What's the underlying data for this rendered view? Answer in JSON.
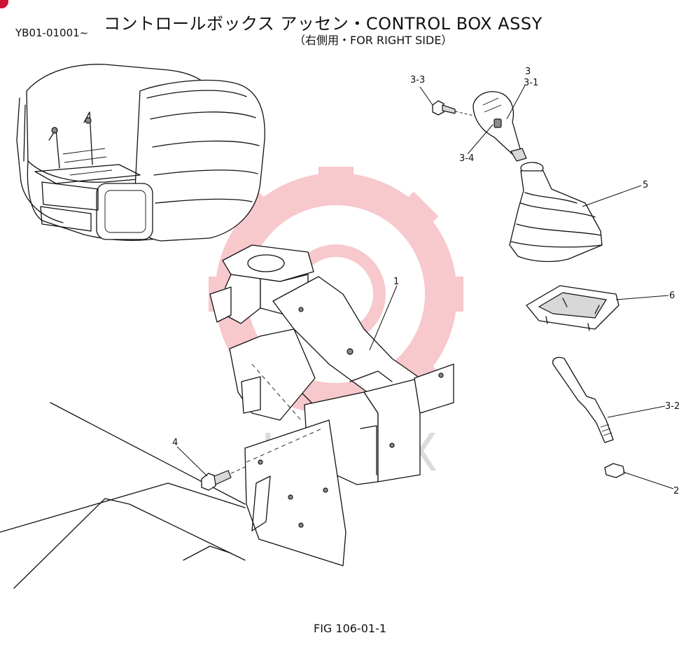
{
  "header": {
    "serial": "YB01-01001~",
    "title": "コントロールボックス アッセン・CONTROL BOX ASSY",
    "subtitle": "（右側用・FOR RIGHT SIDE）"
  },
  "callouts": {
    "c1": "1",
    "c2": "2",
    "c3": "3",
    "c3_1": "3-1",
    "c3_2": "3-2",
    "c3_3": "3-3",
    "c3_4": "3-4",
    "c4": "4",
    "c5": "5",
    "c6": "6"
  },
  "watermark": {
    "text": "ИНТЕХ",
    "color": "#e33c4a"
  },
  "footer": {
    "figure": "FIG 106-01-1"
  }
}
